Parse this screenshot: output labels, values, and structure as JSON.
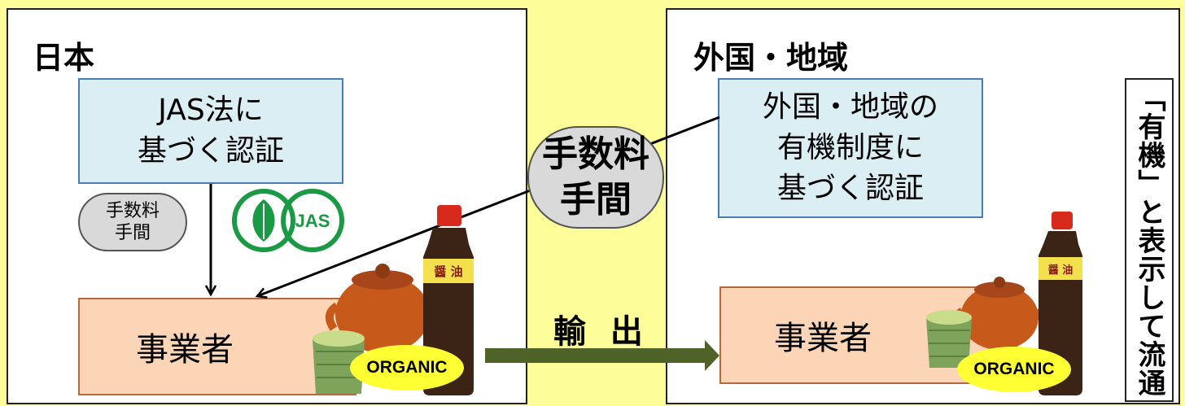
{
  "japan": {
    "title": "日本",
    "cert_line1": "JAS法に",
    "cert_line2": "基づく認証",
    "fee_line1": "手数料",
    "fee_line2": "手間",
    "jas_mark_text": "JAS",
    "business": "事業者",
    "organic_label": "ORGANIC",
    "soy_label": "醤 油"
  },
  "center": {
    "fee_line1": "手数料",
    "fee_line2": "手間",
    "export_label": "輸 出"
  },
  "foreign": {
    "title": "外国・地域",
    "cert_line1": "外国・地域の",
    "cert_line2": "有機制度に",
    "cert_line3": "基づく認証",
    "business": "事業者",
    "organic_label": "ORGANIC",
    "soy_label": "醤 油",
    "banner": "「有機」と表示して流通"
  },
  "colors": {
    "background": "#fdfd9a",
    "cert_fill": "#dbeef3",
    "business_fill": "#fbd5b5",
    "export_arrow": "#4f6228",
    "jas_green": "#1a9a45",
    "organic_badge": "#ffff33"
  }
}
